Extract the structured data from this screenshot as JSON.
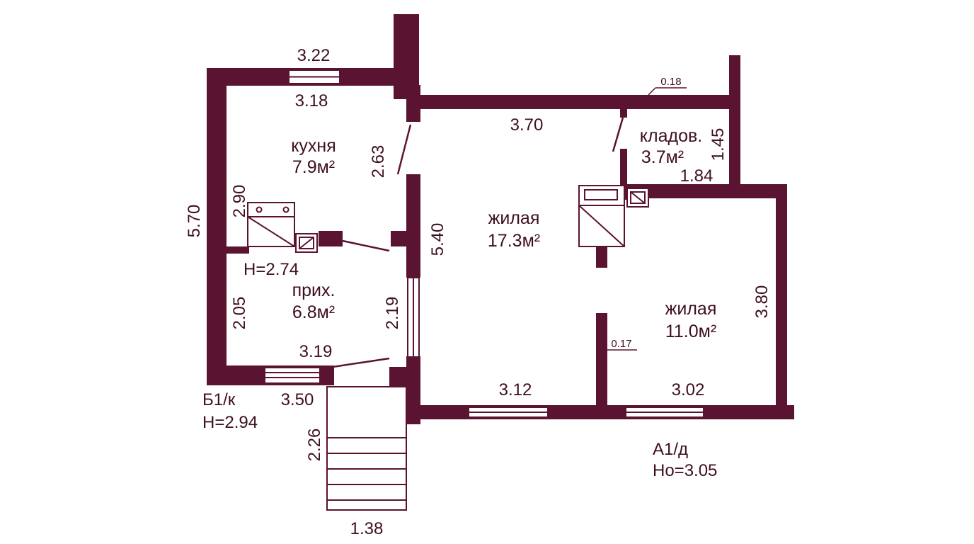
{
  "colors": {
    "wall": "#5a1330",
    "text": "#3e0f21",
    "background": "#ffffff"
  },
  "rooms": {
    "kitchen": {
      "name": "кухня",
      "area": "7.9м²"
    },
    "hall": {
      "name": "прих.",
      "area": "6.8м²"
    },
    "living1": {
      "name": "жилая",
      "area": "17.3м²"
    },
    "living2": {
      "name": "жилая",
      "area": "11.0м²"
    },
    "storage": {
      "name": "кладов.",
      "area": "3.7м²"
    }
  },
  "dimensions": {
    "kitchen_top_outer": "3.22",
    "kitchen_top_inner": "3.18",
    "kitchen_right": "2.63",
    "kitchen_left": "2.90",
    "overall_left": "5.70",
    "hall_left": "2.05",
    "hall_right": "2.19",
    "hall_bottom": "3.19",
    "entrance_width": "3.50",
    "stairs_length": "2.26",
    "stairs_width": "1.38",
    "living1_top": "3.70",
    "living1_left": "5.40",
    "living1_bottom": "3.12",
    "storage_right": "1.45",
    "storage_bottom": "1.84",
    "wall_thickness_top": "0.18",
    "partition_thickness": "0.17",
    "living2_right": "3.80",
    "living2_bottom": "3.02"
  },
  "notes": {
    "ceiling_inner": "Н=2.74",
    "b1_label": "Б1/к",
    "b1_height": "Н=2.94",
    "a1_label": "А1/д",
    "a1_height": "Но=3.05"
  }
}
